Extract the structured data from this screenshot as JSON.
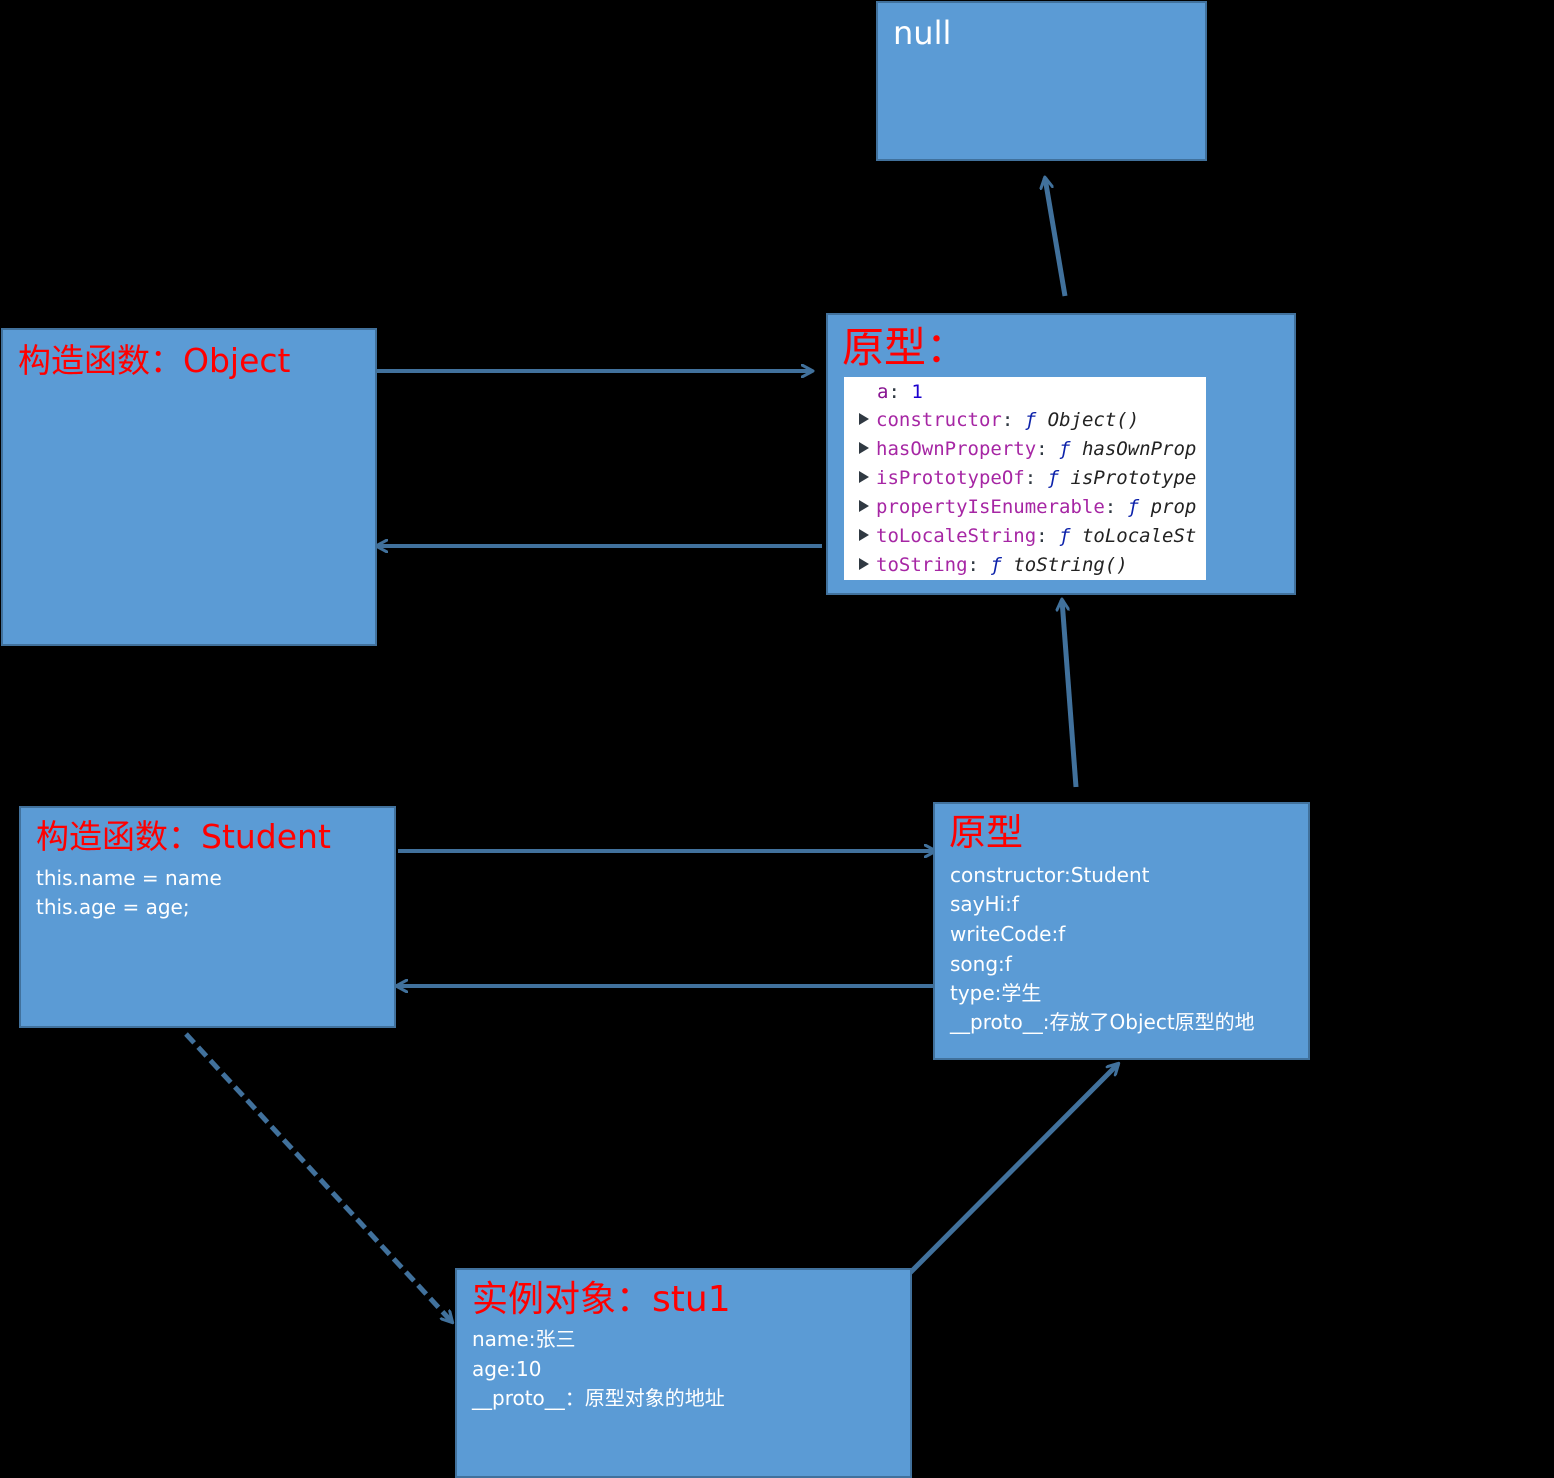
{
  "null_box": {
    "label": "null"
  },
  "object_ctor": {
    "title": "构造函数：Object"
  },
  "object_proto": {
    "title": "原型：",
    "props": [
      {
        "key": "a",
        "value": "1",
        "expandable": false
      },
      {
        "key": "constructor",
        "value": "Object()",
        "expandable": true
      },
      {
        "key": "hasOwnProperty",
        "value": "hasOwnProp",
        "expandable": true
      },
      {
        "key": "isPrototypeOf",
        "value": "isPrototype",
        "expandable": true
      },
      {
        "key": "propertyIsEnumerable",
        "value": "prop",
        "expandable": true
      },
      {
        "key": "toLocaleString",
        "value": "toLocaleSt",
        "expandable": true
      },
      {
        "key": "toString",
        "value": "toString()",
        "expandable": true
      }
    ],
    "func_glyph": "ƒ"
  },
  "student_ctor": {
    "title": "构造函数：Student",
    "lines": [
      "this.name = name",
      "this.age = age;"
    ]
  },
  "student_proto": {
    "title": "原型",
    "lines": [
      "constructor:Student",
      "sayHi:f",
      "writeCode:f",
      "song:f",
      "type:学生",
      "__proto__:存放了Object原型的地"
    ]
  },
  "instance": {
    "title": "实例对象：stu1",
    "lines": [
      "name:张三",
      "age:10",
      "__proto__：原型对象的地址"
    ]
  },
  "colors": {
    "background": "#000000",
    "box_fill": "#5b9bd5",
    "box_border": "#41719c",
    "title_red": "#ff0000",
    "arrow": "#41719c"
  }
}
